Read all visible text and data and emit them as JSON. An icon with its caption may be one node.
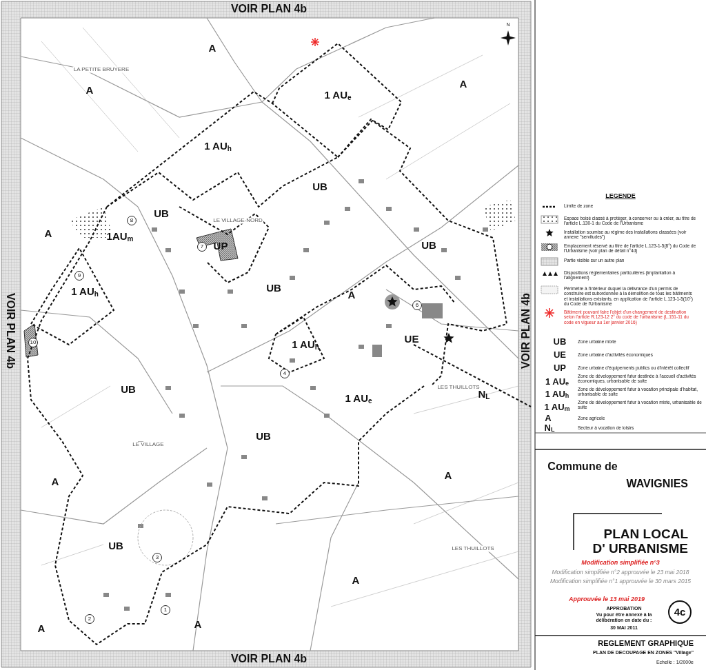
{
  "diagram": {
    "labels": [
      "VOIR PLAN 4b",
      "VOIR PLAN 4b",
      "VOIR PLAN 4b",
      "VOIR PLAN 4b",
      "N",
      "LA PETITE BRUYERE",
      "A",
      "A",
      "1 AU$_{e}$",
      "A",
      "1 AU$_{h}$",
      "UB",
      "8",
      "UB",
      "LE VILLAGE-NORD",
      "A",
      "1AU$_{m}$",
      "7",
      "UP",
      "UB",
      "9",
      "1 AU$_{h}$",
      "UB",
      "A",
      "6",
      "10",
      "1 AU$_{h}$",
      "UE",
      "LES THUILLOTS",
      "N$_{L}$",
      "4",
      "UB",
      "1 AU$_{e}$",
      "LE VILLAGE",
      "UB",
      "A",
      "A",
      "LES THUILLOTS",
      "UB",
      "3",
      "A",
      "1",
      "2",
      "A",
      "A",
      "LEGENDE",
      "UB",
      "Zone urbaine mixte",
      "UE",
      "Zone urbaine d'activités économiques",
      "UP",
      "Zone urbaine d'équipements publics ou d'intérêt collectif",
      "1 AU$_{e}$",
      "Zone de développement futur destinée à l'accueil d'activités économiques, urbanisable de suite",
      "1 AU$_{h}$",
      "Zone de développement futur à vocation principale d'habitat, urbanisable de suite",
      "1 AU$_{m}$",
      "Zone de développement futur à vocation mixte, urbanisable de suite",
      "A",
      "Zone agricole",
      "N$_{L}$",
      "Secteur à vocation de loisirs",
      "Commune de",
      "WAVIGNIES",
      "PLAN LOCAL D' URBANISME",
      "Modification simplifiée n°3",
      "Modification simplifiée n°2 approuvée le 23 mai 2018",
      "Modification simplifiée n°1 approuvée le 30 mars 2015",
      "Approuvée le 13 mai 2019",
      "APPROBATION",
      "Vu pour être annexé à la délibération en date du :",
      "30 MAI 2011",
      "4c",
      "REGLEMENT GRAPHIQUE",
      "PLAN DE DECOUPAGE EN ZONES \"Village\"",
      "Echelle : 1/2000e"
    ],
    "legend": [
      {
        "text": "Limite de zone"
      },
      {
        "text": "Espace boisé classé à protéger, à conserver ou à créer, au titre de l'article L.130-1 du Code de l'Urbanisme"
      },
      {
        "text": "Installation soumise au régime des installations classées (voir annexe \"servitudes\")"
      },
      {
        "text": "Emplacement réservé au titre de l'article L.123-1-5(8°) du Code de l'Urbanisme (voir plan de détail n°4d)"
      },
      {
        "text": "Partie visible sur un autre plan"
      },
      {
        "text": "Dispositions réglementaires particulières (implantation à l'alignement)"
      },
      {
        "text": "Périmètre à l'intérieur duquel la délivrance d'un permis de construire est subordonnée à la démolition de tous les bâtiments et installations existants, en application de l'article L.123-1-5(10°) du Code de l'Urbanisme"
      },
      {
        "text": "Bâtiment pouvant faire l'objet d'un changement de destination selon l'article R.123-12 2° du code de l'urbanisme (L.151-11 du code en vigueur au 1er janvier 2016)"
      }
    ]
  }
}
